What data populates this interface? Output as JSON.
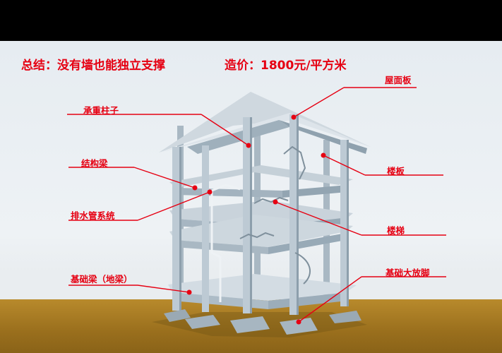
{
  "summary": "总结：没有墙也能独立支撑",
  "cost": "造价：1800元/平方米",
  "labels": {
    "roof_slab": "屋面板",
    "load_bearing_column": "承重柱子",
    "structural_beam": "结构梁",
    "floor_slab": "楼板",
    "drainage_system": "排水管系统",
    "staircase": "楼梯",
    "foundation_beam": "基础梁（地梁）",
    "foundation_footing": "基础大放脚"
  },
  "colors": {
    "annotation_red": "#e60012",
    "concrete": "#b3c2cd",
    "ground": "#a87a22"
  }
}
